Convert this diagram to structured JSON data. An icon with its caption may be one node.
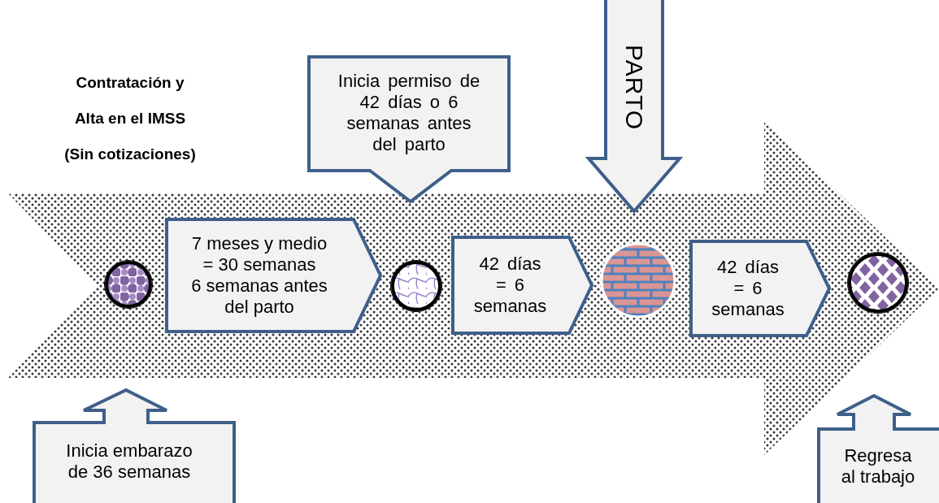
{
  "diagram": {
    "nodes": [
      {
        "text": [],
        "shape": "arrow"
      },
      {
        "text": [
          "Inicia permiso de 42 días o 6 semanas antes del parto"
        ]
      },
      {
        "text": [
          "PARTO"
        ]
      },
      {
        "text": [],
        "shape": "circle",
        "in": 0
      },
      {
        "text": [
          "7 meses y medio = 30 semanas",
          "6 semanas antes del parto"
        ],
        "in": 0
      },
      {
        "text": [],
        "shape": "circle",
        "in": 0
      },
      {
        "text": [
          "42 días = 6 semanas"
        ],
        "in": 0
      },
      {
        "text": [],
        "shape": "circle",
        "in": 0
      },
      {
        "text": [
          "42 días = 6 semanas"
        ],
        "in": 0
      },
      {
        "text": [],
        "shape": "circle",
        "in": 0
      },
      {
        "text": [
          "Inicia embarazo de 36 semanas"
        ]
      },
      {
        "text": [
          "Regresa al trabajo"
        ]
      }
    ],
    "labels": [
      "Contratación y Alta en el IMSS (Sin cotizaciones)"
    ]
  }
}
